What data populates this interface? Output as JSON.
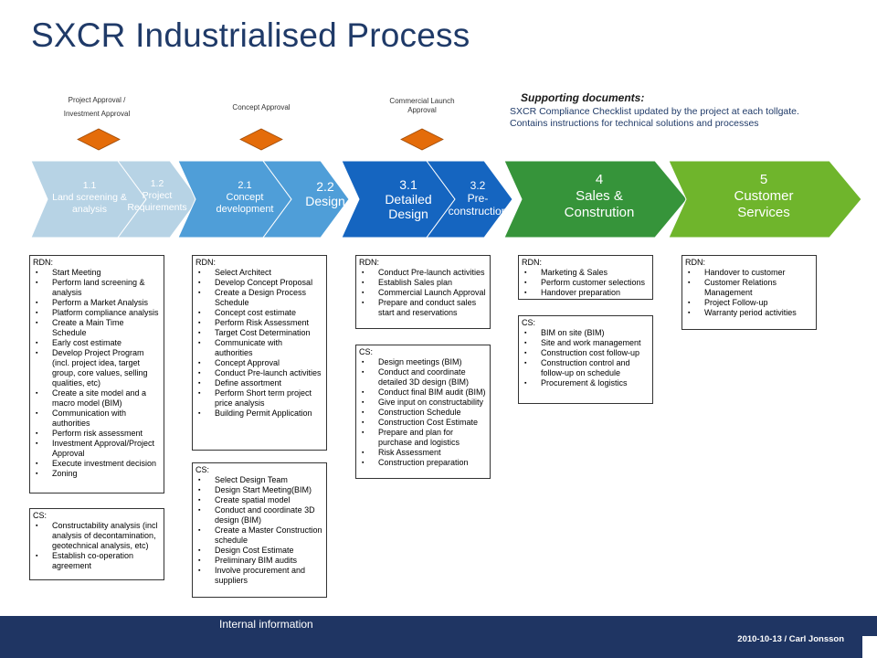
{
  "title": "SXCR Industrialised Process",
  "tollgates": [
    {
      "line1": "Project Approval /",
      "line2": "Investment Approval",
      "color": "#e46c0a"
    },
    {
      "line1": "Concept Approval",
      "line2": "",
      "color": "#e46c0a"
    },
    {
      "line1": "Commercial Launch",
      "line2": "Approval",
      "color": "#e46c0a"
    }
  ],
  "supporting": {
    "title": "Supporting documents:",
    "line1": "SXCR Compliance Checklist updated by the project at each tollgate.",
    "line2": "Contains instructions for technical solutions and processes"
  },
  "phases": [
    {
      "lines": [
        "1.1",
        "Land screening &",
        "analysis"
      ],
      "color": "#b7d3e5",
      "text_color": "#ffffff"
    },
    {
      "lines": [
        "1.2",
        "Project",
        "Requirements"
      ],
      "color": "#b7d3e5",
      "text_color": "#ffffff"
    },
    {
      "lines": [
        "2.1",
        "Concept",
        "development"
      ],
      "color": "#4f9ed8",
      "text_color": "#ffffff"
    },
    {
      "lines": [
        "2.2",
        "Design"
      ],
      "color": "#4f9ed8",
      "text_color": "#ffffff"
    },
    {
      "lines": [
        "3.1",
        "Detailed",
        "Design"
      ],
      "color": "#1565c0",
      "text_color": "#ffffff"
    },
    {
      "lines": [
        "3.2",
        "Pre-",
        "construction"
      ],
      "color": "#1565c0",
      "text_color": "#ffffff"
    },
    {
      "lines": [
        "4",
        "Sales &",
        "Constrution"
      ],
      "color": "#36943a",
      "text_color": "#ffffff"
    },
    {
      "lines": [
        "5",
        "Customer",
        "Services"
      ],
      "color": "#6fb52c",
      "text_color": "#ffffff"
    }
  ],
  "boxes": {
    "p1_rdn": {
      "title": "RDN:",
      "items": [
        "Start Meeting",
        "Perform land screening & analysis",
        "Perform a Market Analysis",
        "Platform compliance analysis",
        "Create a Main Time Schedule",
        "Early cost estimate",
        "Develop Project Program (incl. project idea, target group, core values, selling qualities, etc)",
        "Create a site model and a macro model (BIM)",
        "Communication with authorities",
        "Perform risk assessment",
        "Investment Approval/Project Approval",
        "Execute investment decision",
        "Zoning"
      ]
    },
    "p1_cs": {
      "title": "CS:",
      "items": [
        "Constructability analysis (incl analysis of decontamination, geotechnical analysis, etc)",
        "Establish co-operation agreement"
      ]
    },
    "p2_rdn": {
      "title": "RDN:",
      "items": [
        "Select Architect",
        "Develop Concept Proposal",
        "Create a Design Process Schedule",
        "Concept cost estimate",
        "Perform Risk Assessment",
        "Target Cost Determination",
        "Communicate with authorities",
        "Concept Approval",
        "Conduct Pre-launch activities",
        "Define assortment",
        "Perform Short term project price analysis",
        "Building Permit Application"
      ]
    },
    "p2_cs": {
      "title": "CS:",
      "items": [
        "Select Design Team",
        "Design Start Meeting(BIM)",
        "Create spatial model",
        "Conduct and coordinate 3D design (BIM)",
        "Create a Master Construction schedule",
        "Design Cost Estimate",
        "Preliminary BIM audits",
        "Involve procurement and suppliers"
      ]
    },
    "p3_rdn": {
      "title": "RDN:",
      "items": [
        "Conduct Pre-launch activities",
        "Establish Sales plan",
        "Commercial Launch Approval",
        "Prepare and conduct sales start and reservations"
      ]
    },
    "p3_cs": {
      "title": "CS:",
      "items": [
        "Design meetings (BIM)",
        "Conduct and coordinate detailed 3D design (BIM)",
        "Conduct final BIM audit (BIM)",
        "Give input on constructability",
        "Construction Schedule",
        "Construction Cost Estimate",
        "Prepare and plan for purchase and logistics",
        "Risk Assessment",
        "Construction preparation"
      ]
    },
    "p4_rdn": {
      "title": "RDN:",
      "items": [
        "Marketing & Sales",
        "Perform customer selections",
        "Handover preparation"
      ]
    },
    "p4_cs": {
      "title": "CS:",
      "items": [
        "BIM on site (BIM)",
        "Site and work management",
        "Construction cost follow-up",
        "Construction control and follow-up on schedule",
        "Procurement & logistics"
      ]
    },
    "p5_rdn": {
      "title": "RDN:",
      "items": [
        "Handover to customer",
        "Customer Relations Management",
        "Project Follow-up",
        "Warranty period activities"
      ]
    }
  },
  "footer": {
    "internal": "Internal information",
    "date": "2010-10-13 / Carl Jonsson"
  }
}
